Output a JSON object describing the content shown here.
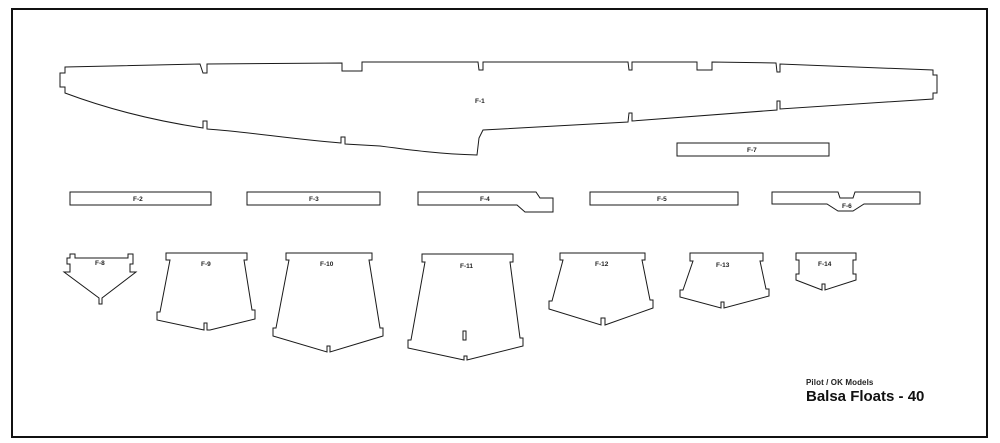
{
  "document": {
    "maker": "Pilot / OK Models",
    "title": "Balsa Floats - 40"
  },
  "parts": {
    "f1": "F-1",
    "f2": "F-2",
    "f3": "F-3",
    "f4": "F-4",
    "f5": "F-5",
    "f6": "F-6",
    "f7": "F-7",
    "f8": "F-8",
    "f9": "F-9",
    "f10": "F-10",
    "f11": "F-11",
    "f12": "F-12",
    "f13": "F-13",
    "f14": "F-14"
  },
  "colors": {
    "ink": "#1a1a1a",
    "paper": "#ffffff"
  }
}
